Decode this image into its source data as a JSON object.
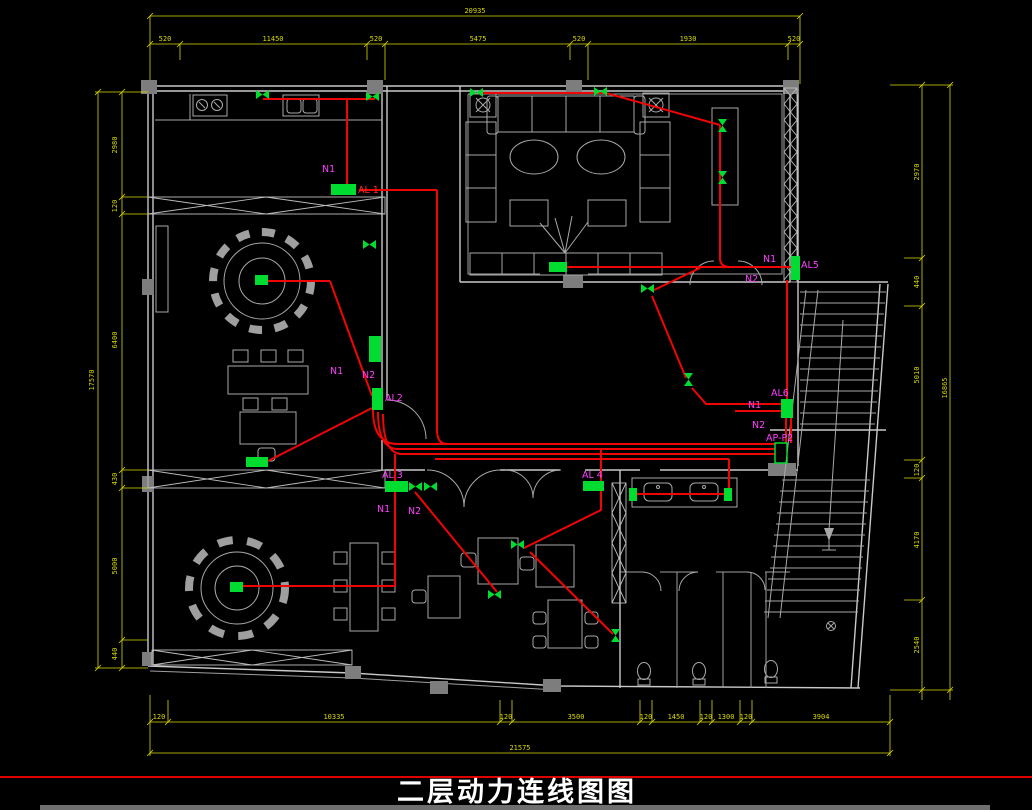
{
  "title": {
    "text": "二层动力连线图图"
  },
  "panels": {
    "al1": "AL 1",
    "al2": "AL2",
    "al3": "AL 3",
    "al4": "AL 4",
    "al5": "AL5",
    "al6": "AL6",
    "ap_p2": "AP-P2"
  },
  "circuits": {
    "n1": "N1",
    "n2": "N2"
  },
  "dimensions": {
    "top": {
      "overall": "20935",
      "segments": [
        "520",
        "11450",
        "520",
        "5475",
        "520",
        "1930",
        "520"
      ]
    },
    "bottom": {
      "overall": "21575",
      "segments": [
        "120",
        "10335",
        "120",
        "3500",
        "120",
        "1450",
        "120",
        "1300",
        "120",
        "3904"
      ]
    },
    "left": {
      "overall": "17570",
      "segments": [
        "2980",
        "120",
        "6400",
        "430",
        "5000",
        "440"
      ]
    },
    "right": {
      "overall": "16865",
      "segments": [
        "2970",
        "440",
        "5010",
        "120",
        "4170",
        "2540"
      ]
    }
  },
  "colors": {
    "background": "#000000",
    "walls": "#c9c9c9",
    "columns": "#7d7d7d",
    "wiring": "#f00505",
    "devices": "#00dc30",
    "dimensions": "#d9d900",
    "labels": "#ff3fff",
    "title": "#ffffff",
    "title_rule": "#e00000"
  }
}
